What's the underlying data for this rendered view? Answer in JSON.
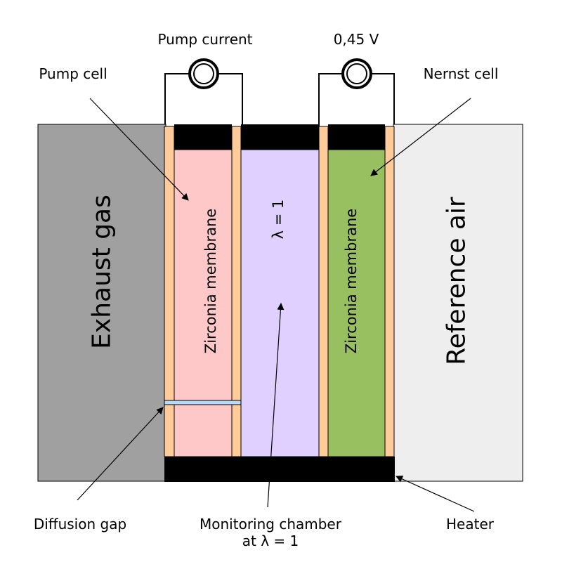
{
  "labels": {
    "pump_current": "Pump current",
    "voltage": "0,45 V",
    "pump_cell": "Pump cell",
    "nernst_cell": "Nernst cell",
    "exhaust_gas": "Exhaust gas",
    "reference_air": "Reference air",
    "membrane_left": "Zirconia membrane",
    "membrane_right": "Zirconia membrane",
    "lambda": "λ = 1",
    "diffusion_gap": "Diffusion gap",
    "monitoring_line1": "Monitoring chamber",
    "monitoring_line2": "at λ = 1",
    "heater": "Heater"
  },
  "colors": {
    "exhaust": "#a0a0a0",
    "reference": "#eeeeee",
    "pump_membrane": "#ffc8c8",
    "chamber": "#e0d0ff",
    "nernst_membrane": "#98c060",
    "electrode": "#ffcc99",
    "heater": "#000000",
    "diffusion_gap": "#b8d8f8"
  }
}
